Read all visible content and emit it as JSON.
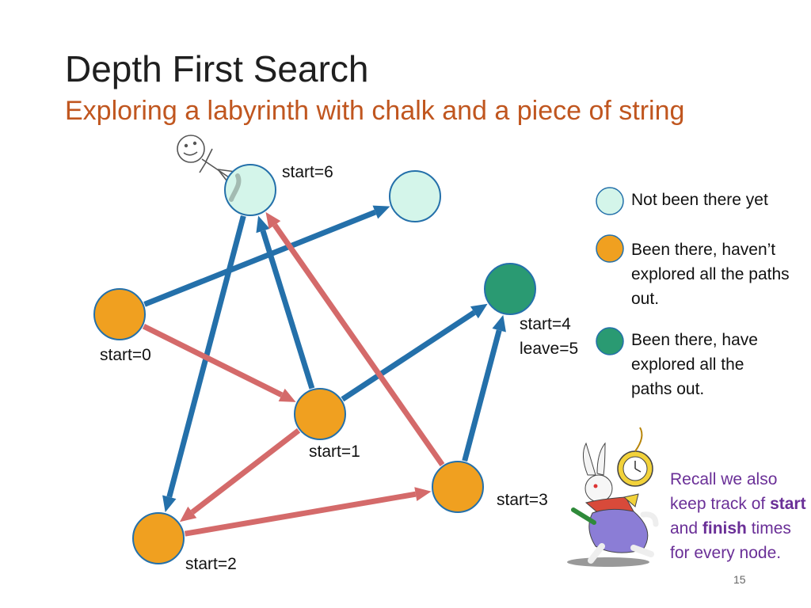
{
  "slide": {
    "title": "Depth First Search",
    "subtitle": "Exploring a labyrinth with chalk and a piece of string",
    "page_number": "15"
  },
  "colors": {
    "unvisited": "#d4f5ea",
    "in_progress": "#f0a020",
    "done": "#2a9a72",
    "tree_edge": "#2470aa",
    "other_edge": "#d46a6a",
    "title": "#1f1f1f",
    "subtitle": "#c0561f",
    "recall_text": "#6a2f97"
  },
  "nodes": [
    {
      "id": "top_left",
      "state": "unvisited",
      "label": "start=6"
    },
    {
      "id": "top_right",
      "state": "unvisited",
      "label": ""
    },
    {
      "id": "left",
      "state": "in_progress",
      "label": "start=0"
    },
    {
      "id": "center",
      "state": "in_progress",
      "label": "start=1"
    },
    {
      "id": "bottom_left",
      "state": "in_progress",
      "label": "start=2"
    },
    {
      "id": "bottom_right",
      "state": "in_progress",
      "label": "start=3"
    },
    {
      "id": "right_done",
      "state": "done",
      "label": "start=4\nleave=5"
    }
  ],
  "edges": [
    {
      "from": "left",
      "to": "top_right",
      "kind": "tree_edge"
    },
    {
      "from": "center",
      "to": "top_left",
      "kind": "tree_edge"
    },
    {
      "from": "top_left",
      "to": "bottom_left",
      "kind": "tree_edge"
    },
    {
      "from": "center",
      "to": "right_done",
      "kind": "tree_edge"
    },
    {
      "from": "bottom_right",
      "to": "right_done",
      "kind": "tree_edge"
    },
    {
      "from": "left",
      "to": "center",
      "kind": "other_edge"
    },
    {
      "from": "center",
      "to": "bottom_left",
      "kind": "other_edge"
    },
    {
      "from": "bottom_left",
      "to": "bottom_right",
      "kind": "other_edge"
    },
    {
      "from": "bottom_right",
      "to": "top_left",
      "kind": "other_edge"
    }
  ],
  "legend": [
    {
      "state": "unvisited",
      "text": "Not been there yet"
    },
    {
      "state": "in_progress",
      "text": "Been there, haven’t explored all the paths out."
    },
    {
      "state": "done",
      "text": "Been there, have explored all the paths out."
    }
  ],
  "recall": {
    "part1": "Recall we also keep track of ",
    "start_word": "start",
    "part2": " and ",
    "finish_word": "finish",
    "part3": " times for every node."
  },
  "icons": [
    "stick-figure-icon",
    "white-rabbit-icon"
  ]
}
